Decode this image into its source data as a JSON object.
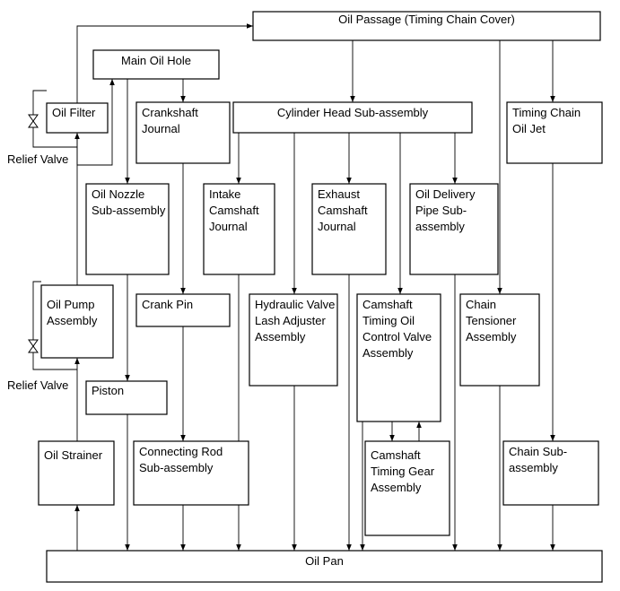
{
  "boxes": {
    "oil_passage": [
      "Oil Passage (Timing Chain Cover)"
    ],
    "main_oil_hole": [
      "Main Oil Hole"
    ],
    "oil_filter": [
      "Oil Filter"
    ],
    "crankshaft_journal": [
      "Crankshaft",
      "Journal"
    ],
    "cylinder_head": [
      "Cylinder Head Sub-assembly"
    ],
    "timing_chain_oil_jet": [
      "Timing Chain",
      "Oil Jet"
    ],
    "oil_nozzle": [
      "Oil Nozzle",
      "Sub-assembly"
    ],
    "intake_camshaft_journal": [
      "Intake",
      "Camshaft",
      "Journal"
    ],
    "exhaust_camshaft_journal": [
      "Exhaust",
      "Camshaft",
      "Journal"
    ],
    "oil_delivery_pipe": [
      "Oil Delivery",
      "Pipe Sub-",
      "assembly"
    ],
    "oil_pump": [
      "Oil Pump",
      "Assembly"
    ],
    "crank_pin": [
      "Crank Pin"
    ],
    "hydraulic_valve_lash_adjuster": [
      "Hydraulic Valve",
      "Lash Adjuster",
      "Assembly"
    ],
    "camshaft_timing_oil_control_valve": [
      "Camshaft",
      "Timing Oil",
      "Control Valve",
      "Assembly"
    ],
    "chain_tensioner": [
      "Chain",
      "Tensioner",
      "Assembly"
    ],
    "piston": [
      "Piston"
    ],
    "oil_strainer": [
      "Oil Strainer"
    ],
    "connecting_rod": [
      "Connecting Rod",
      "Sub-assembly"
    ],
    "camshaft_timing_gear": [
      "Camshaft",
      "Timing Gear",
      "Assembly"
    ],
    "chain_sub_assembly": [
      "Chain Sub-",
      "assembly"
    ],
    "oil_pan": [
      "Oil Pan"
    ]
  },
  "relief_valve_upper": "Relief Valve",
  "relief_valve_lower": "Relief Valve"
}
